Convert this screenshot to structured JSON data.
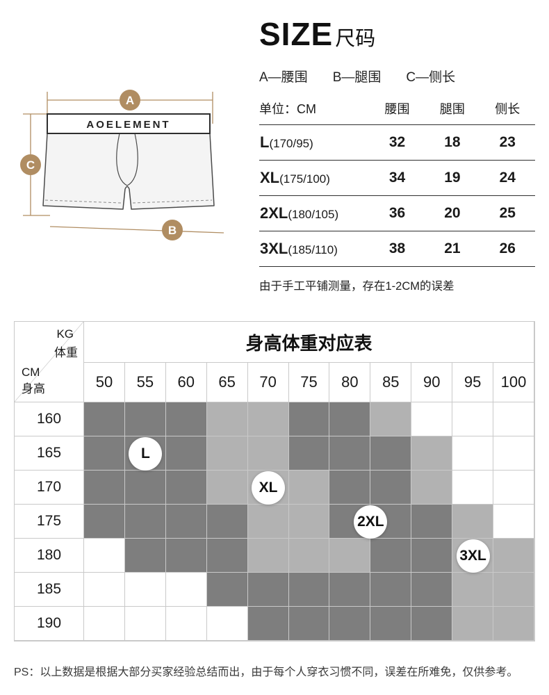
{
  "colors": {
    "accent_tan": "#b08d62",
    "cell_dark": "#7e7e7e",
    "cell_light": "#b2b2b2",
    "grid_line": "#c9c9c9",
    "table_line": "#2e2e2e"
  },
  "title": {
    "size_en": "SIZE",
    "size_cn": "尺码"
  },
  "legend": {
    "a": "A—腰围",
    "b": "B—腿围",
    "c": "C—侧长"
  },
  "diagram": {
    "brand": "AOELEMENT",
    "label_a": "A",
    "label_b": "B",
    "label_c": "C"
  },
  "size_table": {
    "unit_header": "单位：CM",
    "columns": [
      "腰围",
      "腿围",
      "侧长"
    ],
    "rows": [
      {
        "size": "L",
        "spec": "(170/95)",
        "waist": "32",
        "leg": "18",
        "side": "23"
      },
      {
        "size": "XL",
        "spec": "(175/100)",
        "waist": "34",
        "leg": "19",
        "side": "24"
      },
      {
        "size": "2XL",
        "spec": "(180/105)",
        "waist": "36",
        "leg": "20",
        "side": "25"
      },
      {
        "size": "3XL",
        "spec": "(185/110)",
        "waist": "38",
        "leg": "21",
        "side": "26"
      }
    ],
    "note": "由于手工平铺测量，存在1-2CM的误差"
  },
  "matrix_table": {
    "title": "身高体重对应表",
    "corner_kg": "KG",
    "corner_weight": "体重",
    "corner_cm": "CM",
    "corner_height": "身高",
    "weights": [
      "50",
      "55",
      "60",
      "65",
      "70",
      "75",
      "80",
      "85",
      "90",
      "95",
      "100"
    ],
    "heights": [
      "160",
      "165",
      "170",
      "175",
      "180",
      "185",
      "190"
    ],
    "cells": [
      [
        "d",
        "d",
        "d",
        "l",
        "l",
        "d",
        "d",
        "l",
        "w",
        "w",
        "w"
      ],
      [
        "d",
        "d",
        "d",
        "l",
        "l",
        "d",
        "d",
        "d",
        "l",
        "w",
        "w"
      ],
      [
        "d",
        "d",
        "d",
        "l",
        "l",
        "l",
        "d",
        "d",
        "l",
        "w",
        "w"
      ],
      [
        "d",
        "d",
        "d",
        "d",
        "l",
        "l",
        "d",
        "d",
        "d",
        "l",
        "w"
      ],
      [
        "w",
        "d",
        "d",
        "d",
        "l",
        "l",
        "l",
        "d",
        "d",
        "l",
        "l"
      ],
      [
        "w",
        "w",
        "w",
        "d",
        "d",
        "d",
        "d",
        "d",
        "d",
        "l",
        "l"
      ],
      [
        "w",
        "w",
        "w",
        "w",
        "d",
        "d",
        "d",
        "d",
        "d",
        "l",
        "l"
      ]
    ],
    "badges": [
      {
        "label": "L",
        "col": 1,
        "row": 1
      },
      {
        "label": "XL",
        "col": 4,
        "row": 2
      },
      {
        "label": "2XL",
        "col": 6.5,
        "row": 3
      },
      {
        "label": "3XL",
        "col": 9,
        "row": 4
      }
    ]
  },
  "footer": "PS：以上数据是根据大部分买家经验总结而出，由于每个人穿衣习惯不同，误差在所难免，仅供参考。"
}
